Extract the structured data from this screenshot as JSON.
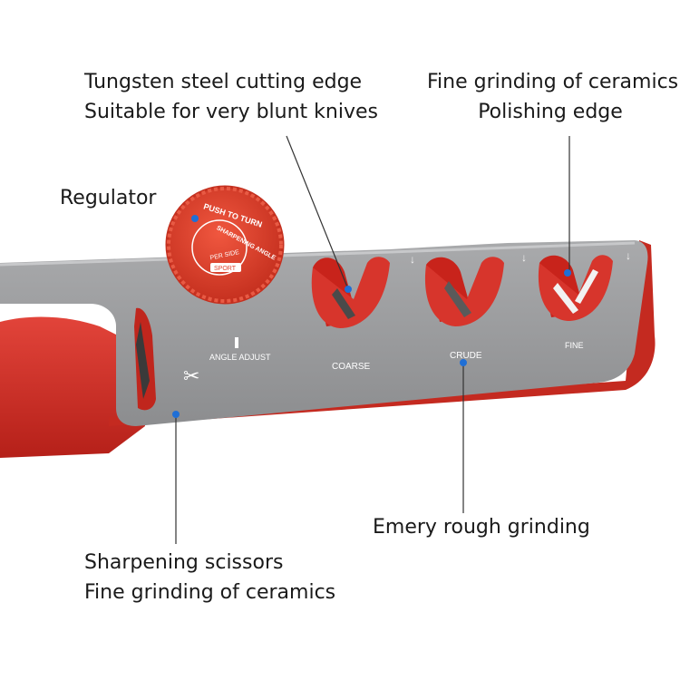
{
  "callouts": {
    "tungsten": {
      "line1": "Tungsten steel cutting edge",
      "line2": "Suitable for very blunt knives"
    },
    "ceramic_fine": {
      "line1": "Fine grinding of ceramics",
      "line2": "Polishing edge"
    },
    "regulator": {
      "label": "Regulator"
    },
    "emery": {
      "label": "Emery rough grinding"
    },
    "scissors": {
      "line1": "Sharpening scissors",
      "line2": "Fine grinding of ceramics"
    }
  },
  "product_labels": {
    "angle_adjust": "ANGLE ADJUST",
    "coarse": "COARSE",
    "crude": "CRUDE",
    "fine": "FINE",
    "dial_push": "PUSH TO TURN",
    "dial_angle": "SHARPENING ANGLE",
    "dial_side": "PER SIDE",
    "dial_sport": "SPORT"
  },
  "colors": {
    "body_gray": "#9b9c9e",
    "accent_red": "#d9322b",
    "dial_red": "#e0442f",
    "marker_blue": "#1f6fd6",
    "leader_line": "#333333"
  }
}
